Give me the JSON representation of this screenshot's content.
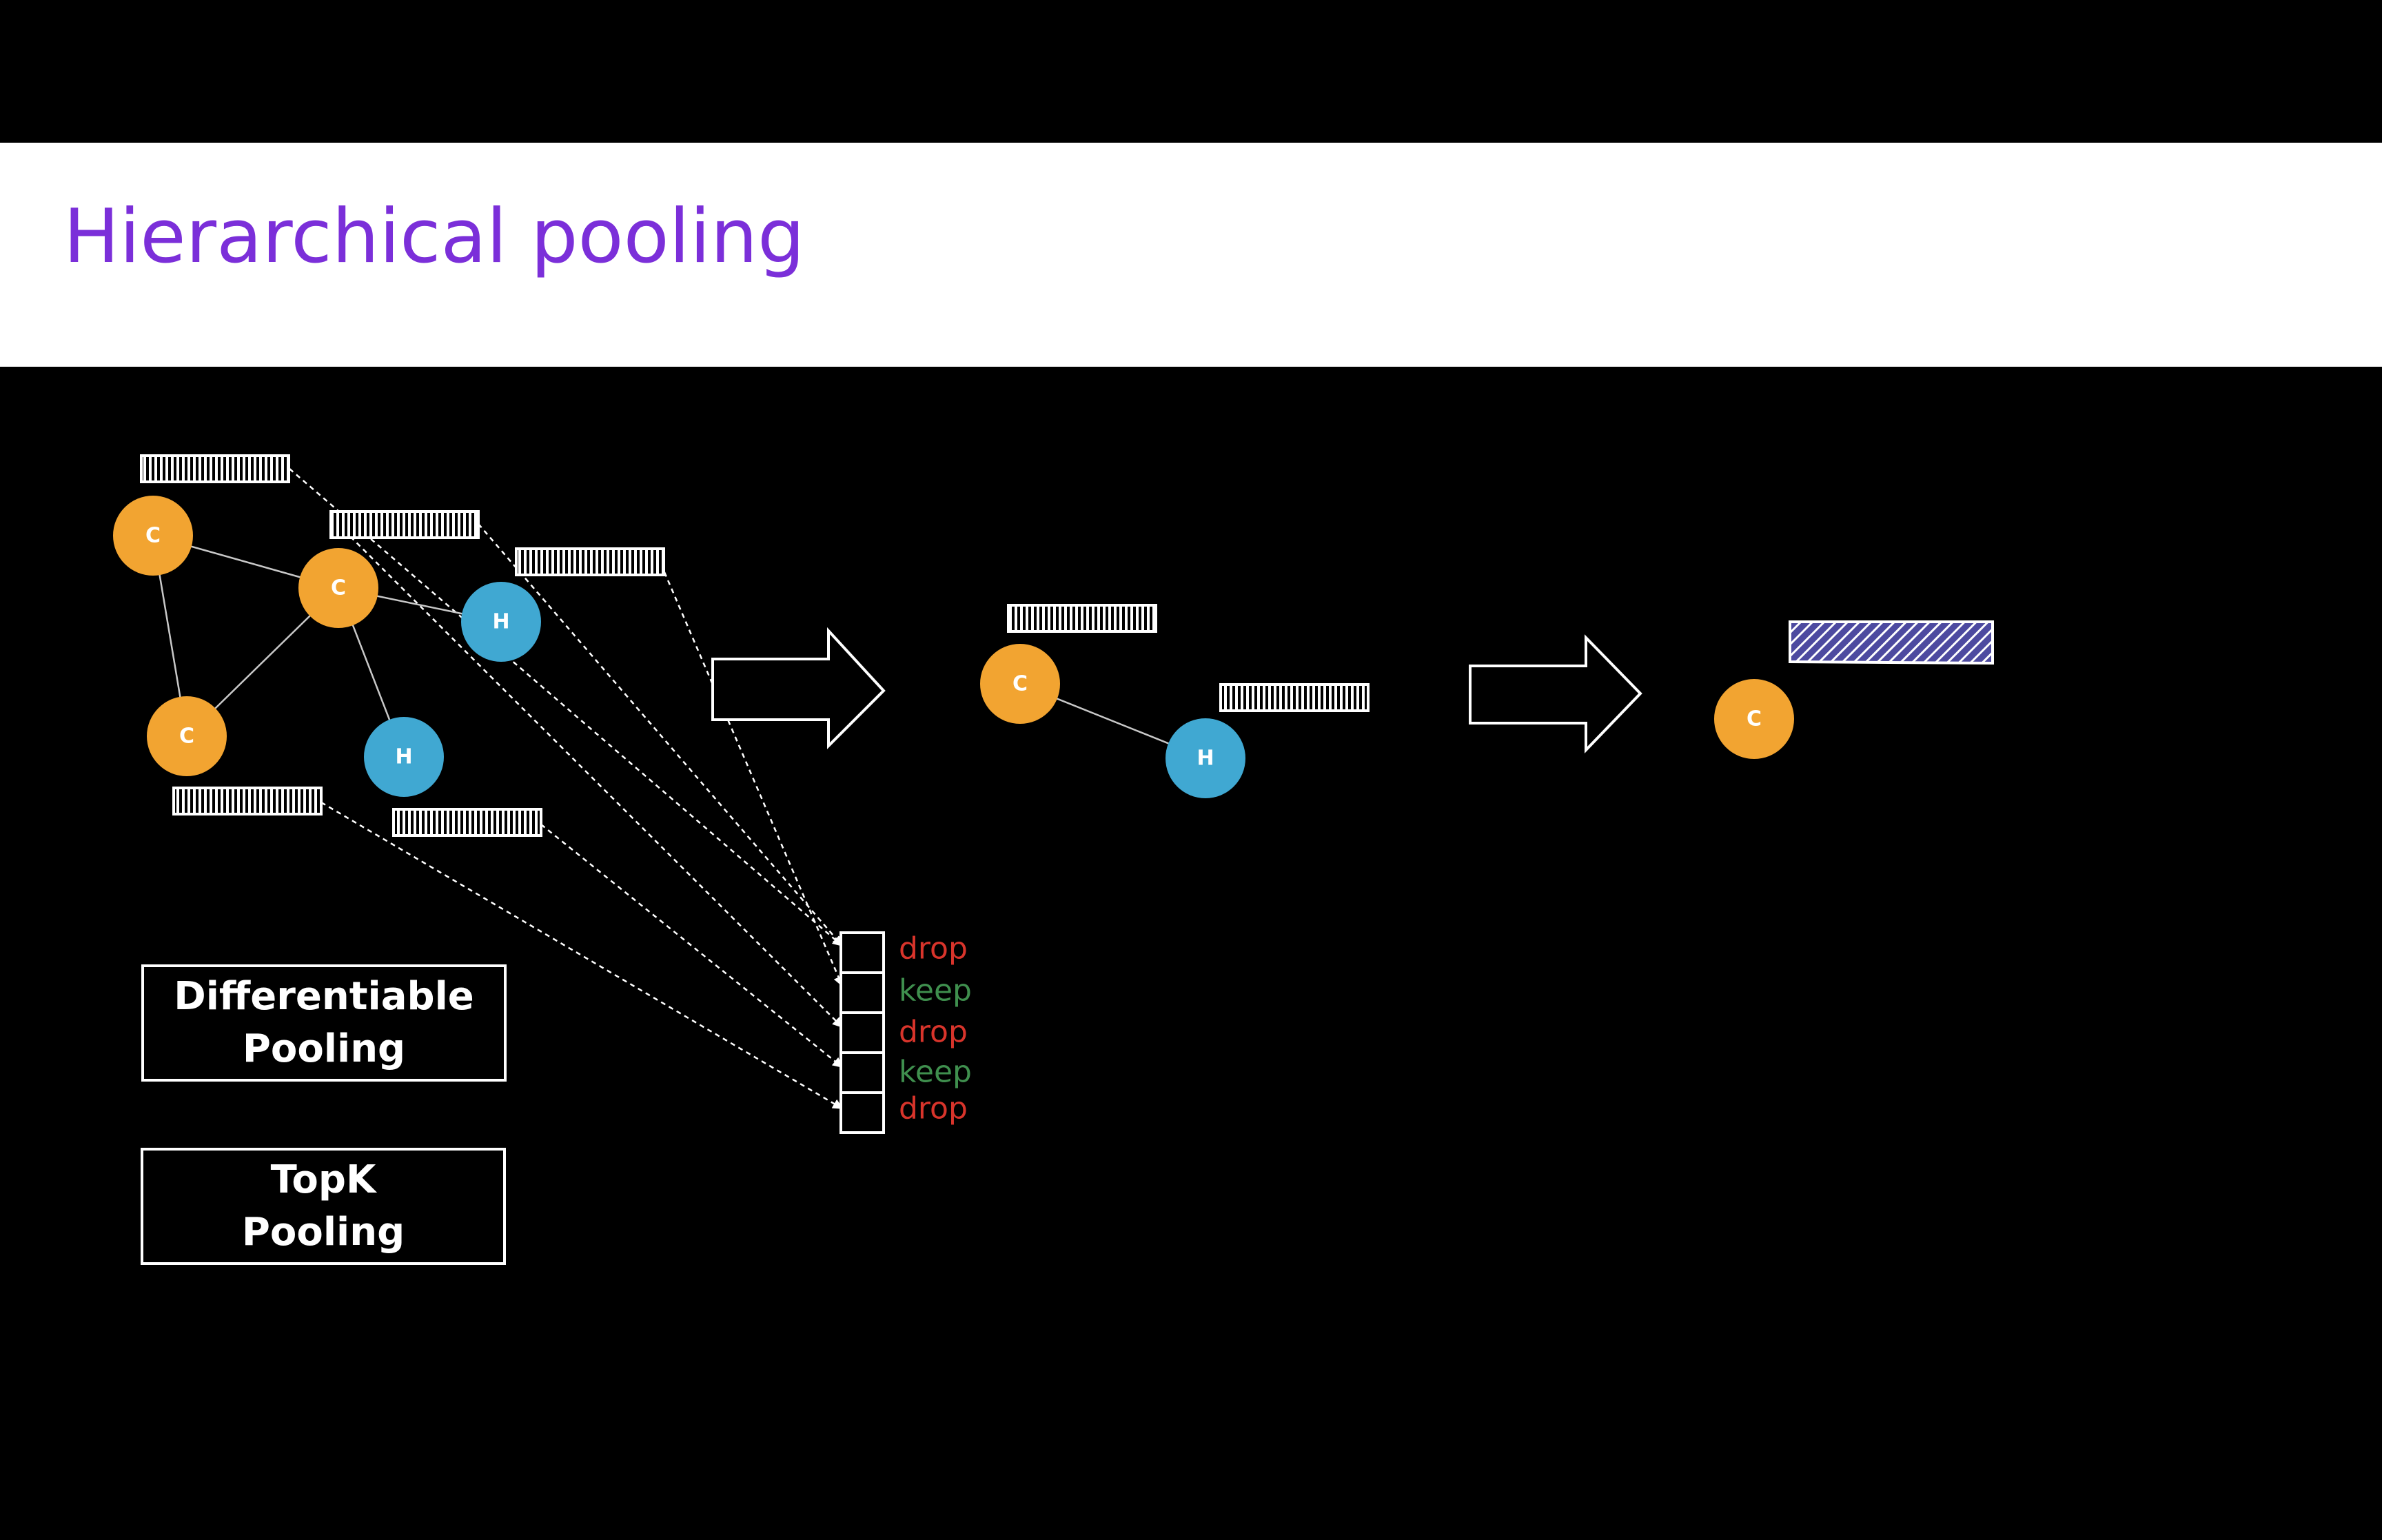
{
  "slide": {
    "title": "Hierarchical pooling"
  },
  "graph_initial": {
    "nodes": [
      {
        "label": "C"
      },
      {
        "label": "C"
      },
      {
        "label": "H"
      },
      {
        "label": "C"
      },
      {
        "label": "H"
      }
    ]
  },
  "graph_pooled": {
    "nodes": [
      {
        "label": "C"
      },
      {
        "label": "H"
      }
    ]
  },
  "graph_final": {
    "nodes": [
      {
        "label": "C"
      }
    ]
  },
  "selection": {
    "decisions": [
      {
        "label": "drop"
      },
      {
        "label": "keep"
      },
      {
        "label": "drop"
      },
      {
        "label": "keep"
      },
      {
        "label": "drop"
      }
    ]
  },
  "methods": {
    "differentiable": {
      "line1": "Differentiable",
      "line2": "Pooling"
    },
    "topk": {
      "line1": "TopK",
      "line2": "Pooling"
    }
  },
  "colors": {
    "title": "#7b2fd9",
    "carbon_node": "#f2a431",
    "hydrogen_node": "#40a8d2",
    "drop": "#d8342b",
    "keep": "#3f8f4e",
    "pooled_embedding": "#4d4aa0"
  }
}
